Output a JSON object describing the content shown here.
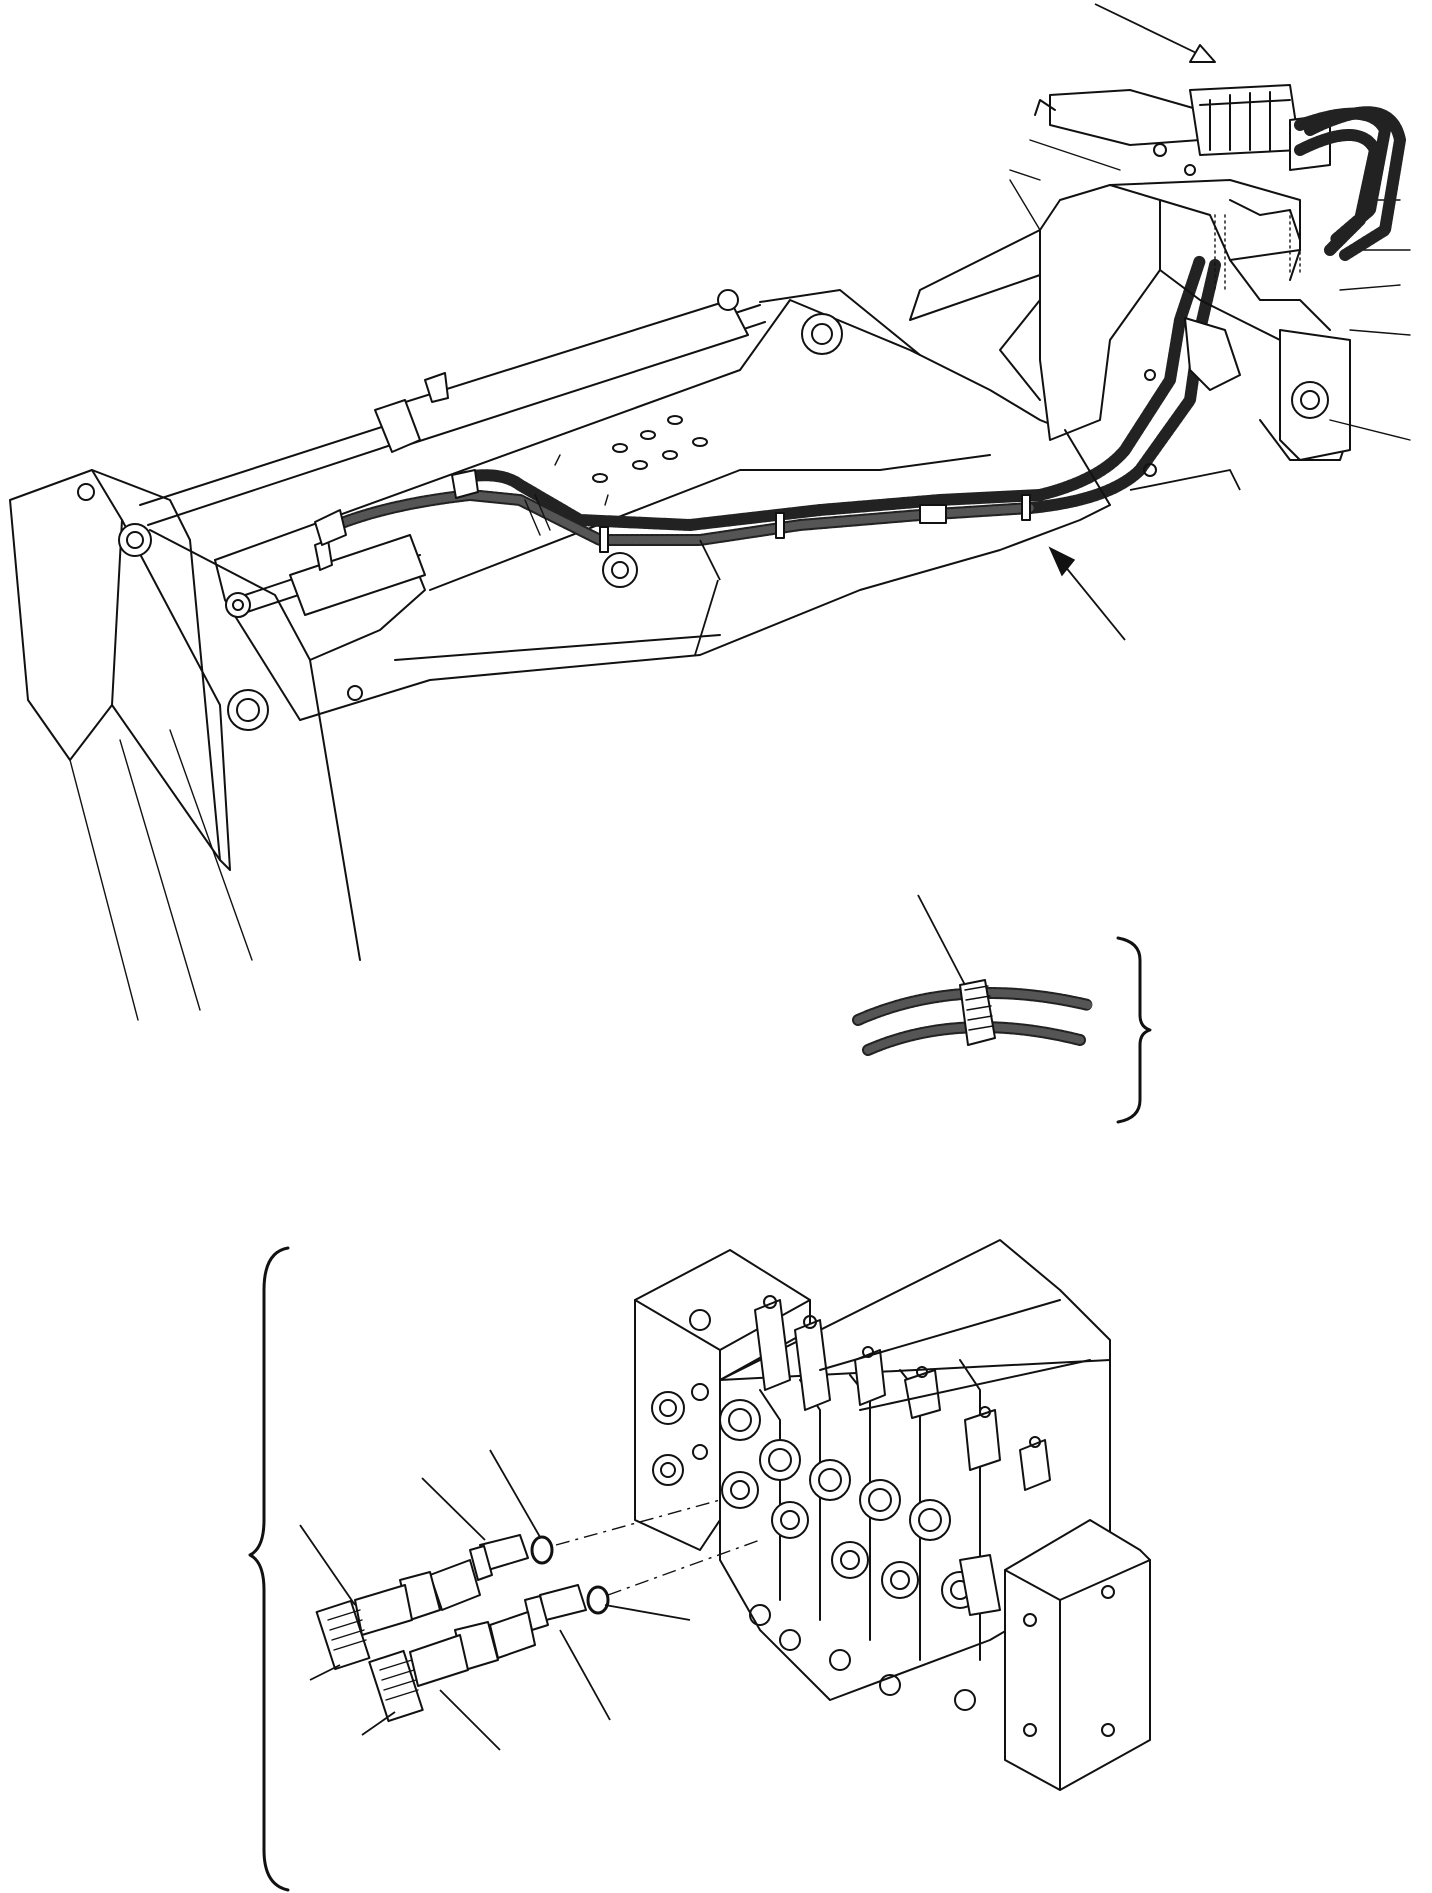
{
  "figure": {
    "brace_markers": [
      "{",
      "}"
    ],
    "components": [
      {
        "name": "boom-arm"
      },
      {
        "name": "boom-cylinder"
      },
      {
        "name": "hydraulic-hose-pair"
      },
      {
        "name": "swing-frame"
      },
      {
        "name": "hose-clamp-detail"
      },
      {
        "name": "control-valve-block"
      },
      {
        "name": "hose-fitting-upper"
      },
      {
        "name": "hose-fitting-lower"
      }
    ]
  }
}
